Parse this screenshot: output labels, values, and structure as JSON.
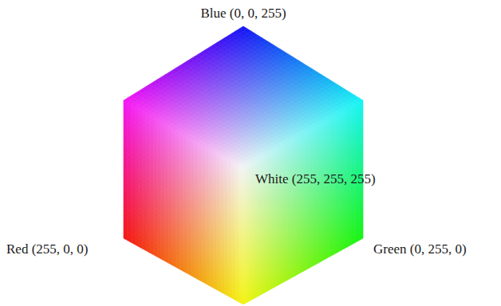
{
  "diagram": {
    "labels": [
      "Blue (0, 0, 255)",
      "White (255, 255, 255)",
      "Red (255, 0, 0)",
      "Green (0, 255, 0)"
    ]
  }
}
